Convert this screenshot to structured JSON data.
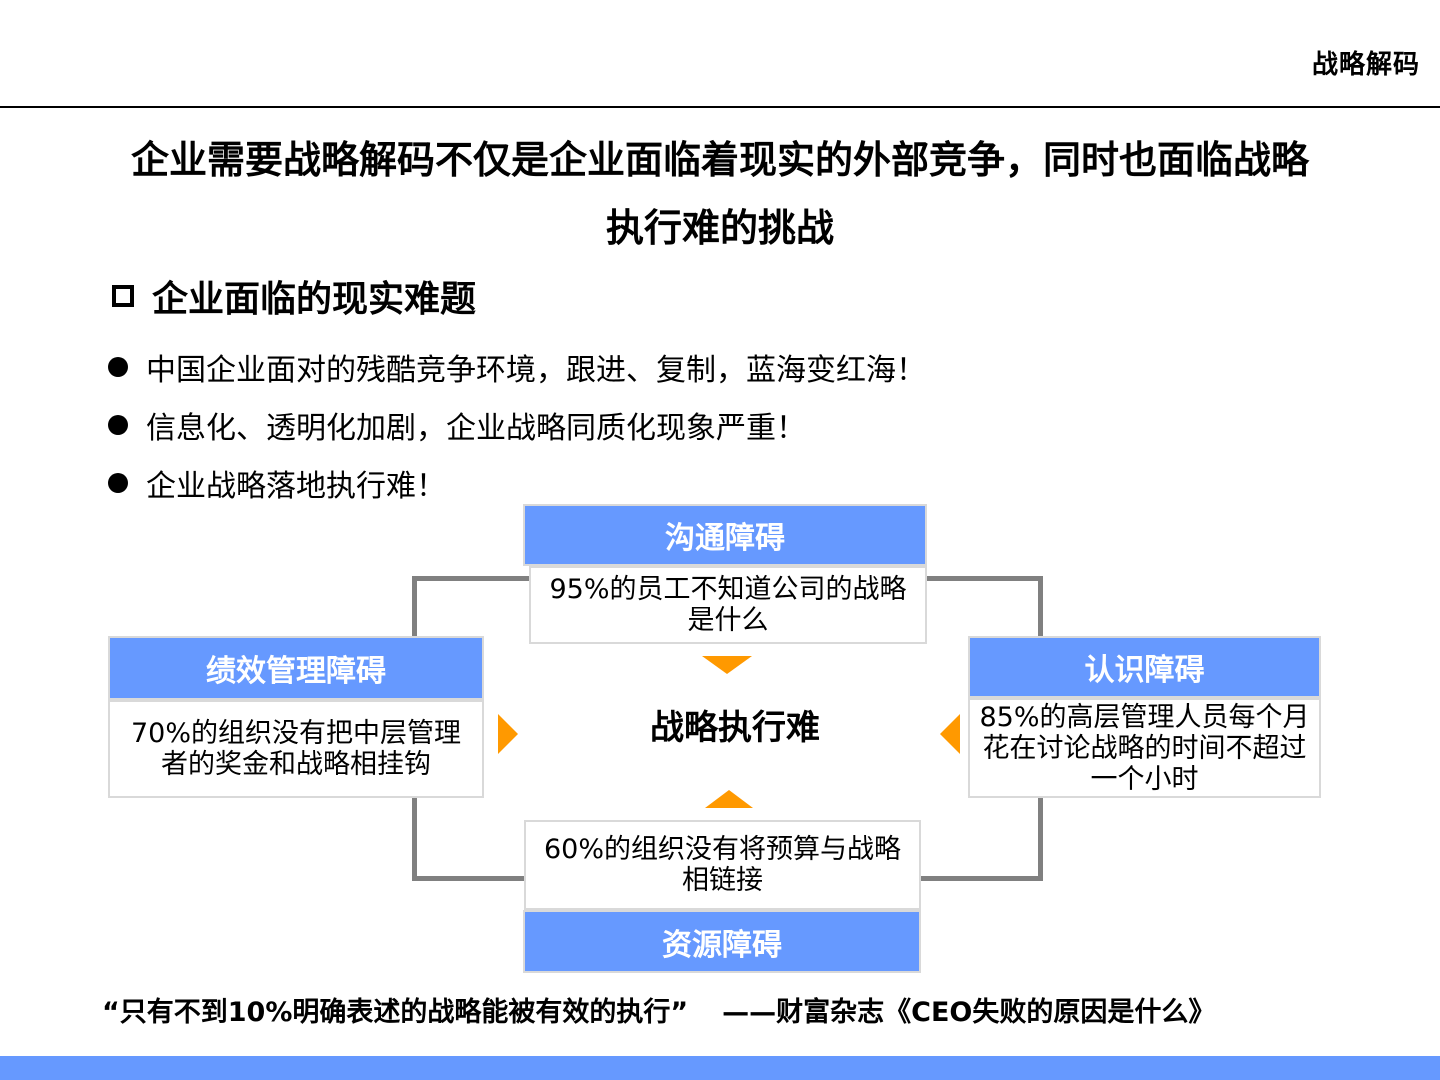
{
  "header": {
    "brand": "战略解码"
  },
  "headline": {
    "line1": "企业需要战略解码不仅是企业面临着现实的外部竞争，同时也面临战略",
    "line2": "执行难的挑战"
  },
  "section": {
    "title": "企业面临的现实难题",
    "bullets": [
      "中国企业面对的残酷竞争环境，跟进、复制，蓝海变红海！",
      "信息化、透明化加剧，企业战略同质化现象严重！",
      "企业战略落地执行难！"
    ]
  },
  "diagram": {
    "center": "战略执行难",
    "top": {
      "title": "沟通障碍",
      "text": "95%的员工不知道公司的战略是什么"
    },
    "left": {
      "title": "绩效管理障碍",
      "text": "70%的组织没有把中层管理者的奖金和战略相挂钩"
    },
    "right": {
      "title": "认识障碍",
      "text": "85%的高层管理人员每个月花在讨论战略的时间不超过一个小时"
    },
    "bottom": {
      "title": "资源障碍",
      "text": "60%的组织没有将预算与战略相链接"
    },
    "colors": {
      "header": "#6699ff",
      "arrow": "#ff9900",
      "connector": "#808080"
    }
  },
  "footer": {
    "quote": "“只有不到10%明确表述的战略能被有效的执行”",
    "source": "——财富杂志《CEO失败的原因是什么》"
  }
}
